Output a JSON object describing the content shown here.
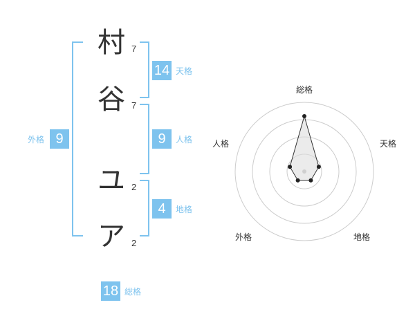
{
  "name": {
    "chars": [
      {
        "char": "村",
        "strokes": "7"
      },
      {
        "char": "谷",
        "strokes": "7"
      },
      {
        "char": "ユ",
        "strokes": "2"
      },
      {
        "char": "ア",
        "strokes": "2"
      }
    ]
  },
  "scores": {
    "tenkaku": {
      "value": "14",
      "label": "天格"
    },
    "jinkaku": {
      "value": "9",
      "label": "人格"
    },
    "chikaku": {
      "value": "4",
      "label": "地格"
    },
    "gaikaku": {
      "value": "9",
      "label": "外格"
    },
    "soukaku": {
      "value": "18",
      "label": "総格"
    }
  },
  "radar": {
    "labels": {
      "top": "総格",
      "right": "天格",
      "bottom_right": "地格",
      "bottom_left": "外格",
      "left": "人格"
    },
    "rings": 4,
    "values": [
      0.8,
      0.22,
      0.16,
      0.16,
      0.22
    ],
    "colors": {
      "ring": "#cccccc",
      "fill": "#dddddd",
      "line": "#333333",
      "dot": "#222222",
      "accent": "#7ec3ee"
    }
  }
}
